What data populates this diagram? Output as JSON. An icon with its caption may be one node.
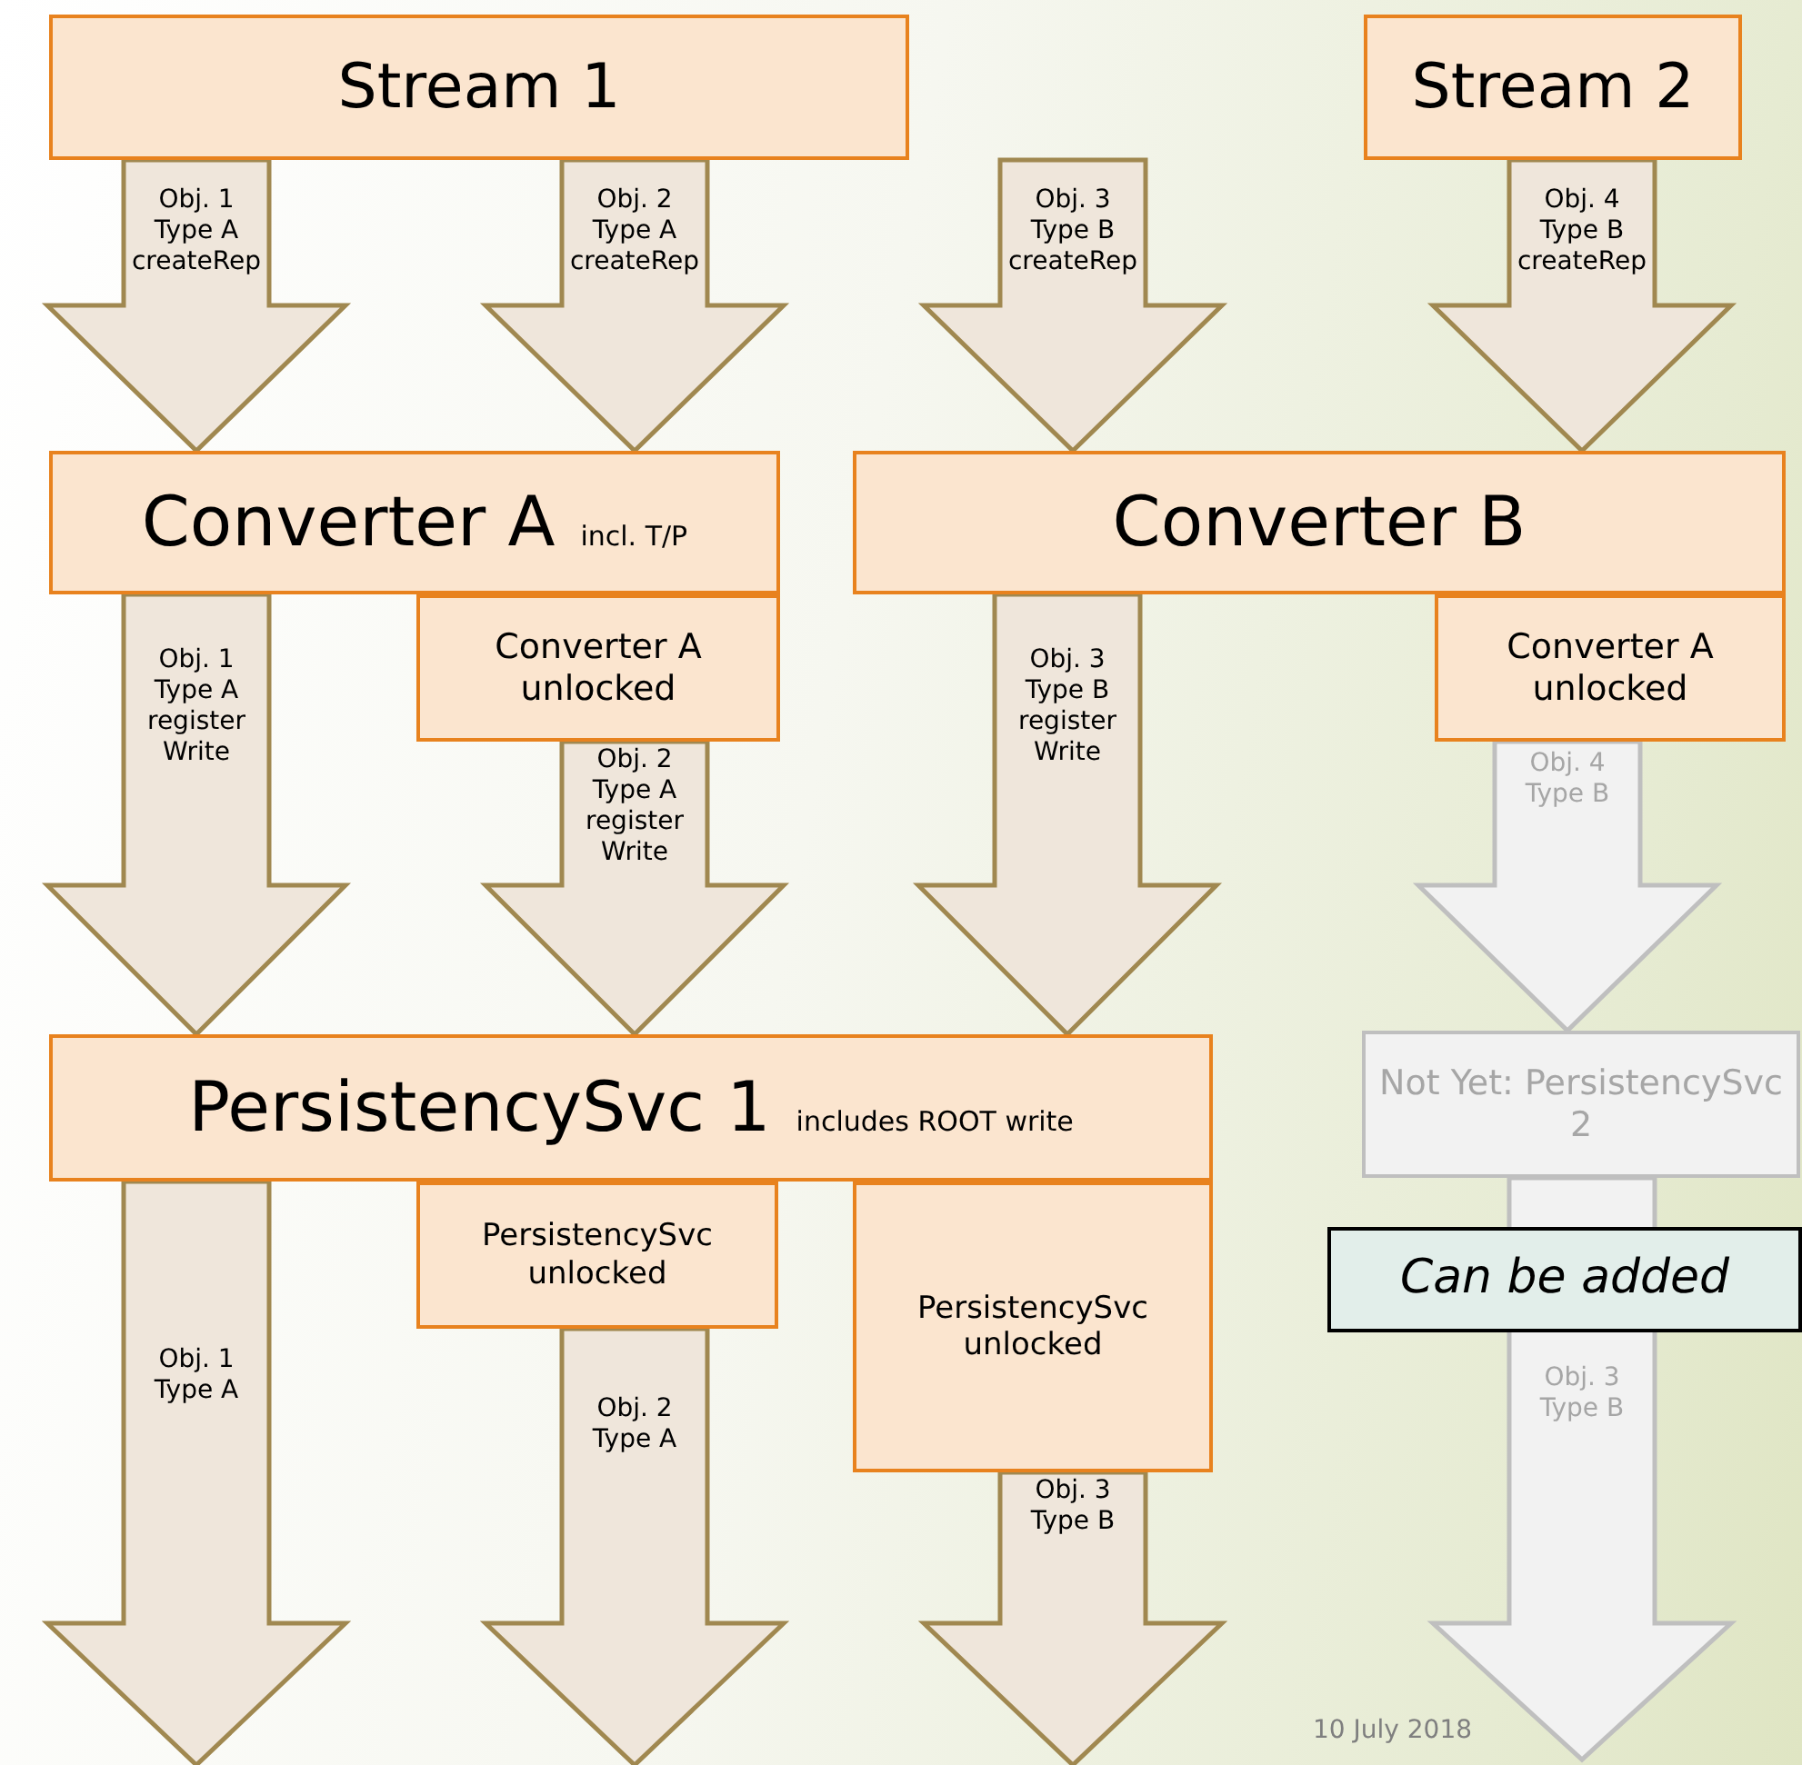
{
  "diagram": {
    "nodes": [
      {
        "text": [
          "Stream 1"
        ]
      },
      {
        "text": [
          "Stream 2"
        ]
      },
      {
        "text": [
          "Converter A",
          "incl. T/P"
        ]
      },
      {
        "text": [
          "Converter A unlocked"
        ]
      },
      {
        "text": [
          "Converter B"
        ]
      },
      {
        "text": [
          "Converter A unlocked"
        ]
      },
      {
        "text": [
          "PersistencySvc 1",
          "includes ROOT write"
        ]
      },
      {
        "text": [
          "PersistencySvc unlocked"
        ]
      },
      {
        "text": [
          "PersistencySvc unlocked"
        ]
      },
      {
        "text": [
          "Not Yet: PersistencySvc 2"
        ]
      },
      {
        "text": [
          "Can be added"
        ]
      }
    ],
    "edges": [
      {
        "from": 0,
        "to": 2,
        "arrow": "to",
        "style": "thick",
        "label": "Obj. 1 Type A createRep"
      },
      {
        "from": 0,
        "to": 2,
        "arrow": "to",
        "style": "thick",
        "label": "Obj. 2 Type A createRep"
      },
      {
        "from": 0,
        "to": 4,
        "arrow": "to",
        "style": "thick",
        "label": "Obj. 3 Type B createRep"
      },
      {
        "from": 1,
        "to": 4,
        "arrow": "to",
        "style": "thick",
        "label": "Obj. 4 Type B createRep"
      },
      {
        "from": 2,
        "to": 6,
        "arrow": "to",
        "style": "thick",
        "label": "Obj. 1 Type A register Write"
      },
      {
        "from": 3,
        "to": 6,
        "arrow": "to",
        "style": "thick",
        "label": "Obj. 2 Type A register Write"
      },
      {
        "from": 4,
        "to": 6,
        "arrow": "to",
        "style": "thick",
        "label": "Obj. 3 Type B register Write"
      },
      {
        "from": 5,
        "to": 9,
        "arrow": "to",
        "style": "thick",
        "color": "#bfbfbf",
        "label": "Obj. 4 Type B"
      },
      {
        "from": 6,
        "to": null,
        "arrow": "to",
        "style": "thick",
        "label": "Obj. 1 Type A"
      },
      {
        "from": 7,
        "to": null,
        "arrow": "to",
        "style": "thick",
        "label": "Obj. 2 Type A"
      },
      {
        "from": 8,
        "to": null,
        "arrow": "to",
        "style": "thick",
        "label": "Obj. 3 Type B"
      },
      {
        "from": 9,
        "to": null,
        "arrow": "to",
        "style": "thick",
        "color": "#bfbfbf",
        "label": "Obj. 3 Type B"
      }
    ],
    "labels": [
      "10 July 2018"
    ]
  }
}
